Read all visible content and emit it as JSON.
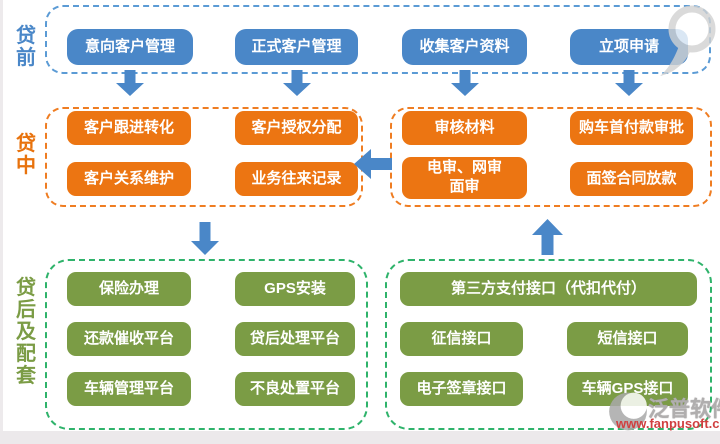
{
  "colors": {
    "blue_box": "#4a87c8",
    "blue_border": "#5b9bd5",
    "orange_box": "#ec7512",
    "orange_border": "#ef7d22",
    "green_box": "#7b9c45",
    "green_border": "#2fb36b",
    "footer_bar": "#ece9eb",
    "watermark_gray": "#b0aeae",
    "watermark_red": "#d04040"
  },
  "stages": {
    "pre": {
      "label": "贷前",
      "boxes": [
        "意向客户管理",
        "正式客户管理",
        "收集客户资料",
        "立项申请"
      ]
    },
    "mid": {
      "label": "贷中",
      "left_boxes": [
        "客户跟进转化",
        "客户授权分配",
        "客户关系维护",
        "业务往来记录"
      ],
      "right_boxes": {
        "review_materials": "审核材料",
        "downpayment_approval": "购车首付款审批",
        "interview_review_line1": "电审、网审",
        "interview_review_line2": "面审",
        "contract_disbursement": "面签合同放款"
      }
    },
    "post": {
      "label": "贷后及配套",
      "left_boxes": [
        "保险办理",
        "GPS安装",
        "还款催收平台",
        "贷后处理平台",
        "车辆管理平台",
        "不良处置平台"
      ],
      "right_wide_box": "第三方支付接口（代扣代付）",
      "right_boxes": [
        "征信接口",
        "短信接口",
        "电子签章接口",
        "车辆GPS接口"
      ]
    }
  },
  "watermark": {
    "brand": "泛普软件",
    "url": "www.fanpusoft.com"
  }
}
